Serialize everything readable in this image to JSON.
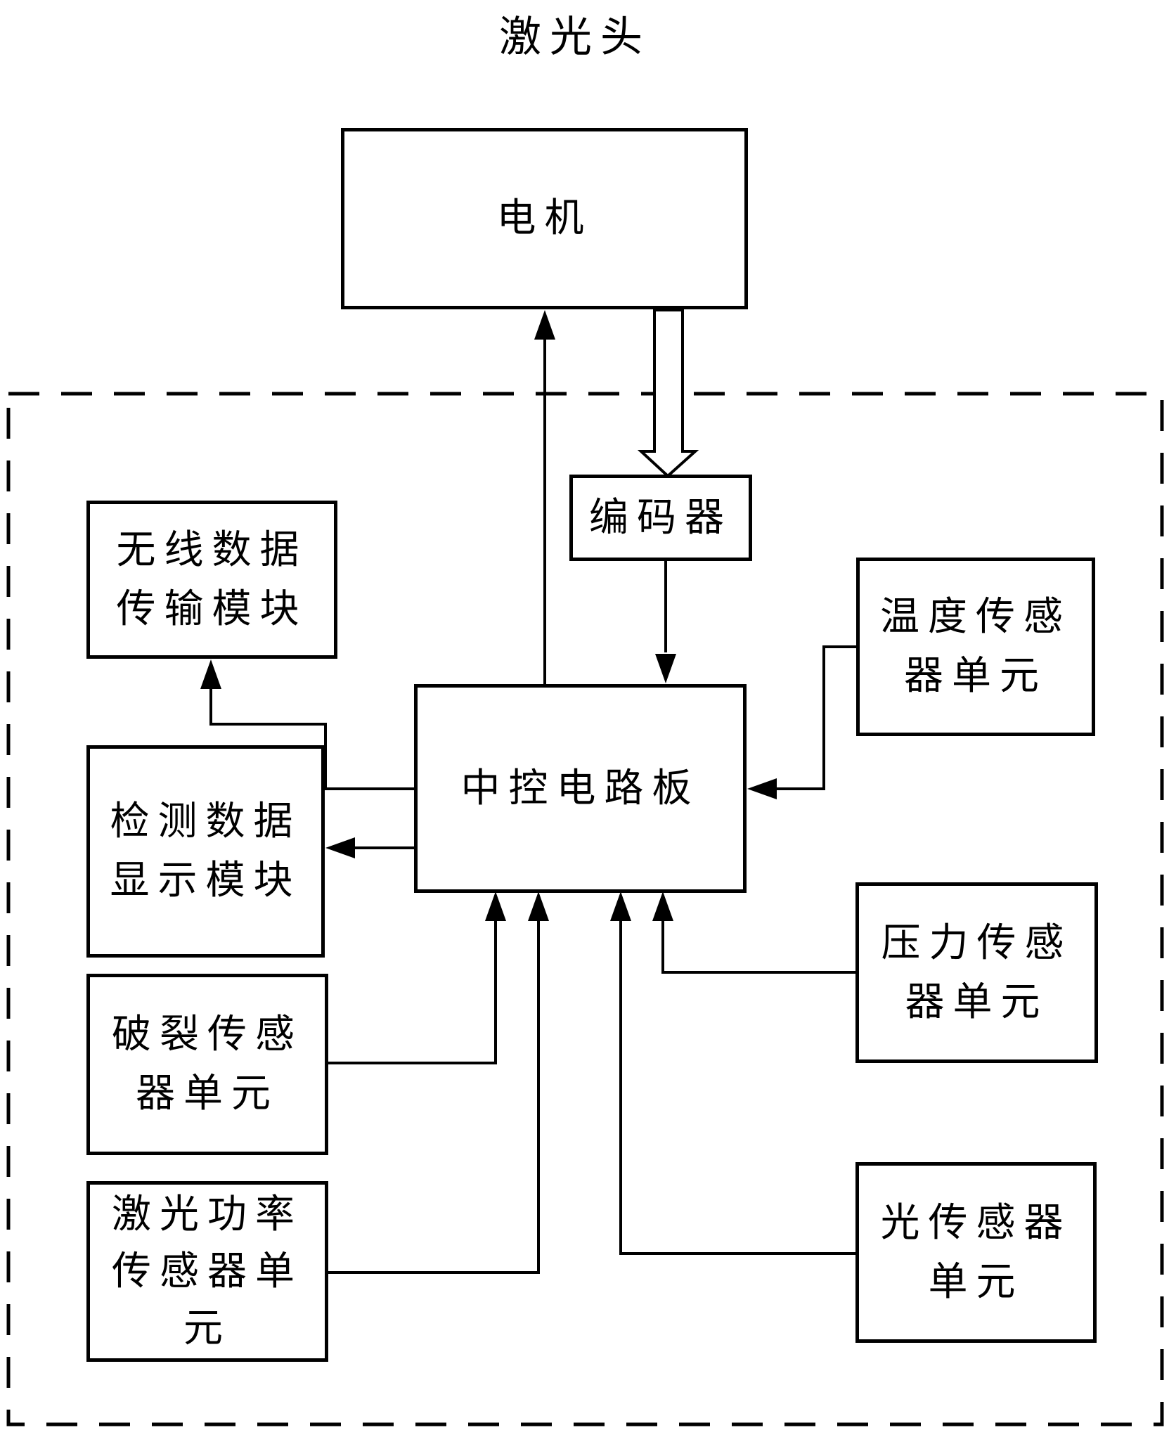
{
  "diagram": {
    "title": "激光头",
    "boxes": {
      "motor": {
        "label": "电机"
      },
      "encoder": {
        "label": "编码器"
      },
      "wireless_module": {
        "label": "无线数据\n传输模块"
      },
      "display_module": {
        "label": "检测数据\n显示模块"
      },
      "rupture_sensor": {
        "label": "破裂传感\n器单元"
      },
      "laser_power_sensor": {
        "label": "激光功率\n传感器单\n元"
      },
      "central_board": {
        "label": "中控电路板"
      },
      "temperature_sensor": {
        "label": "温度传感\n器单元"
      },
      "pressure_sensor": {
        "label": "压力传感\n器单元"
      },
      "light_sensor": {
        "label": "光传感器\n单元"
      }
    },
    "colors": {
      "line": "#000000",
      "background": "#ffffff"
    }
  }
}
